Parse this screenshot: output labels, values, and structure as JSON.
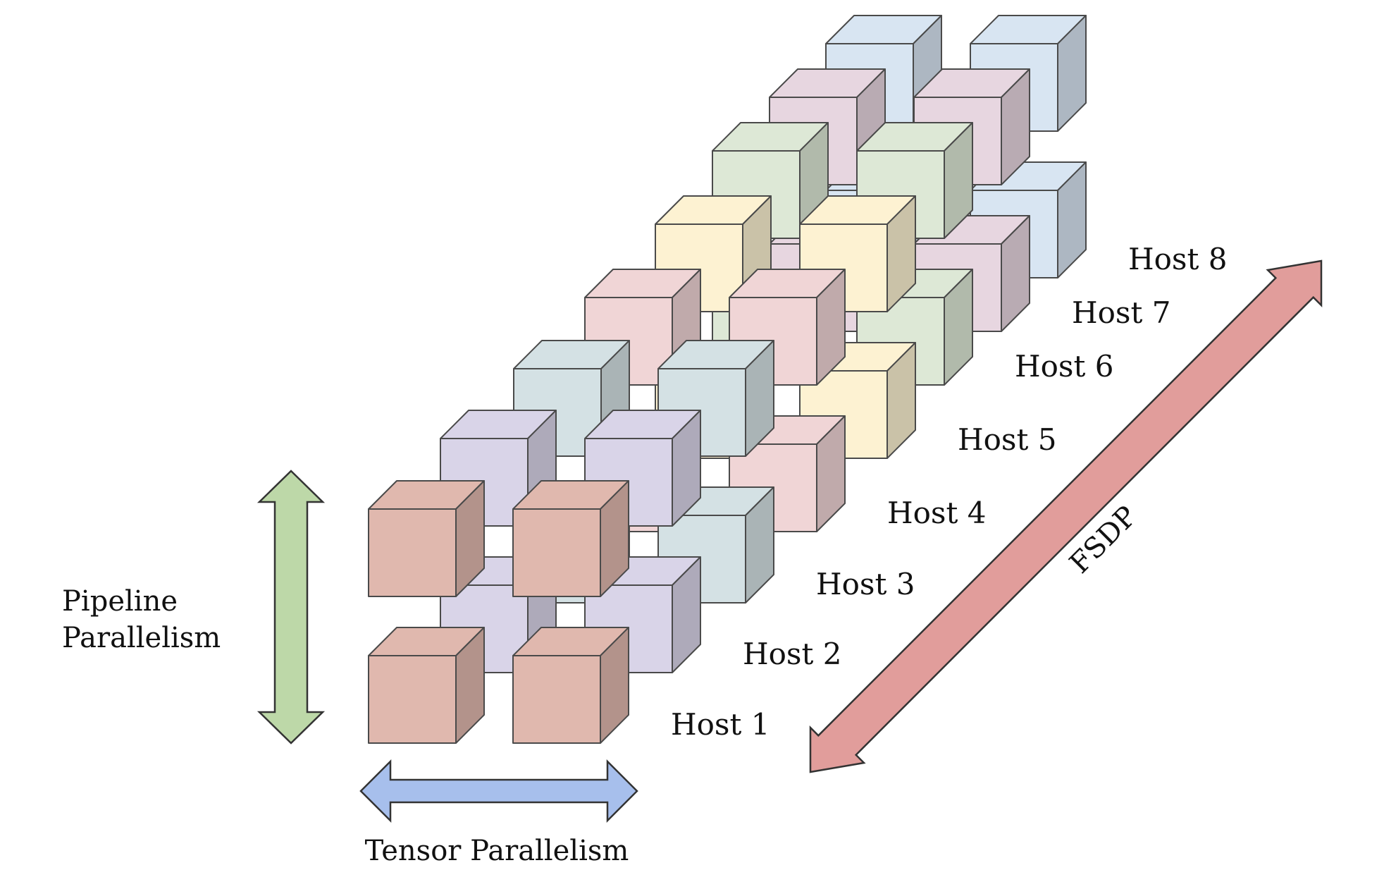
{
  "hosts": [
    {
      "label": "Host 1",
      "color": "#e0b8ae"
    },
    {
      "label": "Host 2",
      "color": "#d9d4e8"
    },
    {
      "label": "Host 3",
      "color": "#d4e1e4"
    },
    {
      "label": "Host 4",
      "color": "#f0d5d6"
    },
    {
      "label": "Host 5",
      "color": "#fdf2d2"
    },
    {
      "label": "Host 6",
      "color": "#dde8d6"
    },
    {
      "label": "Host 7",
      "color": "#e7d6e0"
    },
    {
      "label": "Host 8",
      "color": "#d8e5f2"
    }
  ],
  "axes": {
    "pipeline": {
      "line1": "Pipeline",
      "line2": "Parallelism",
      "color": "#bdd8a8"
    },
    "tensor": {
      "label": "Tensor Parallelism",
      "color": "#a7bfec"
    },
    "fsdp": {
      "label": "FSDP",
      "color": "#e19d9b"
    }
  }
}
